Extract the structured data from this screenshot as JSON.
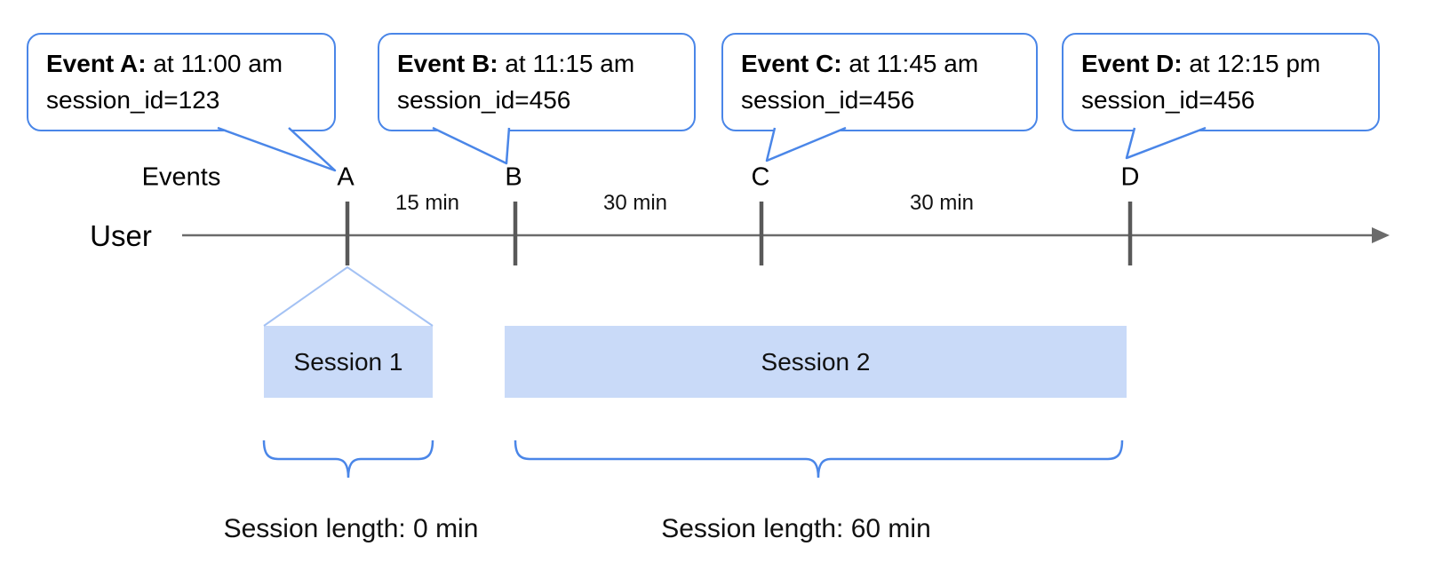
{
  "axis": {
    "events_label": "Events",
    "user_label": "User"
  },
  "events": [
    {
      "letter": "A",
      "callout_bold": "Event A:",
      "callout_time": " at 11:00 am",
      "callout_session": "session_id=123"
    },
    {
      "letter": "B",
      "callout_bold": "Event B:",
      "callout_time": " at 11:15 am",
      "callout_session": "session_id=456"
    },
    {
      "letter": "C",
      "callout_bold": "Event C:",
      "callout_time": " at 11:45 am",
      "callout_session": "session_id=456"
    },
    {
      "letter": "D",
      "callout_bold": "Event D:",
      "callout_time": " at 12:15 pm",
      "callout_session": "session_id=456"
    }
  ],
  "intervals": [
    {
      "label": "15 min"
    },
    {
      "label": "30 min"
    },
    {
      "label": "30 min"
    }
  ],
  "sessions": [
    {
      "label": "Session 1",
      "length_label": "Session length: 0 min"
    },
    {
      "label": "Session 2",
      "length_label": "Session length: 60 min"
    }
  ],
  "colors": {
    "accent_blue": "#4a86e8",
    "session_fill": "#c9daf8",
    "funnel_line": "#a4c2f4",
    "timeline_gray": "#6b6b6b",
    "tick_gray": "#595959"
  }
}
